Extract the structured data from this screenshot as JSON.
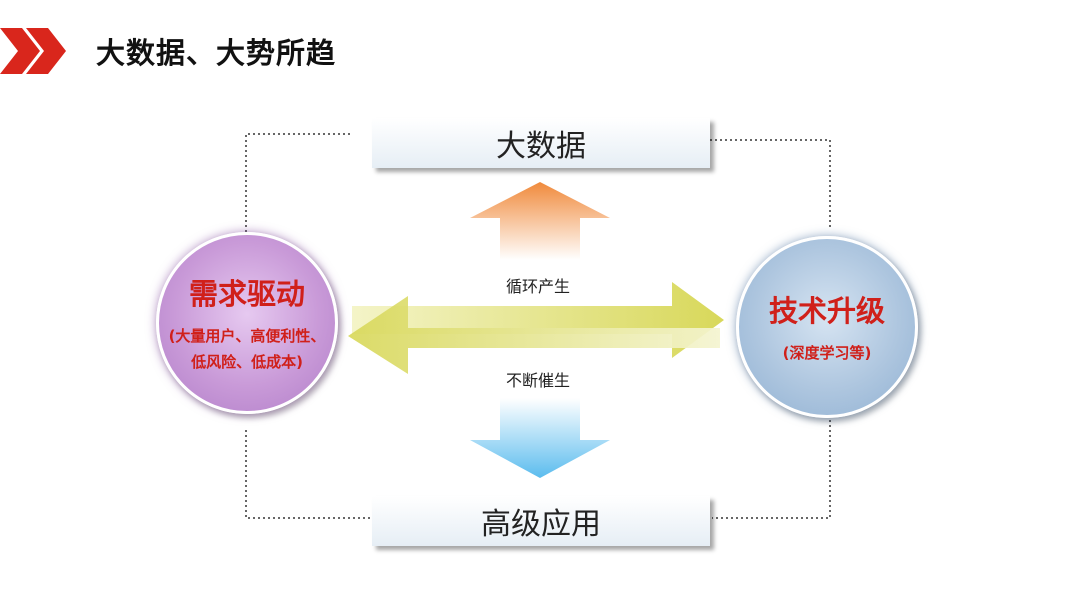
{
  "header": {
    "title": "大数据、大势所趋",
    "accent_color": "#d9261c",
    "icon": "double-chevron-right-icon"
  },
  "diagram": {
    "top_box": {
      "label": "大数据"
    },
    "bottom_box": {
      "label": "高级应用"
    },
    "left_circle": {
      "title": "需求驱动",
      "sub_line1": "(大量用户、高便利性、",
      "sub_line2": "低风险、低成本)",
      "color": "#c99ad8"
    },
    "right_circle": {
      "title": "技术升级",
      "sub_line1": "(深度学习等)",
      "color": "#aec6df"
    },
    "arrows": {
      "top_label": "循环产生",
      "bottom_label": "不断催生",
      "up_arrow_color": "#f5a25c",
      "down_arrow_color": "#6fc4ef",
      "horizontal_arrow_color": "#e4e484"
    },
    "text_color": "#d0201a"
  }
}
